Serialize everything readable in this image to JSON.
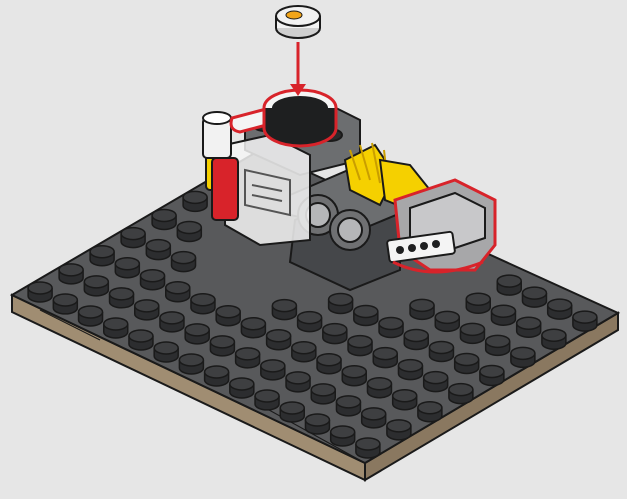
{
  "scene": {
    "background": "#e6e6e6",
    "outline": "#1a1a1a",
    "highlight": "#d8232a",
    "plate": {
      "top": "#58595b",
      "side": "#3a3a3c",
      "base": "#a08d72",
      "studs_cols": 14,
      "studs_rows": 8
    },
    "slice_piece": {
      "icon": "round-tile-with-yellow-dot",
      "fill": "#f2f2f2",
      "dot": "#f2a51a"
    },
    "arrow": {
      "icon": "arrow-down-icon",
      "color": "#d8232a"
    },
    "parts": {
      "bottles": {
        "icons": [
          "white-bottle-icon",
          "red-bottle-icon",
          "yellow-bottle-icon"
        ]
      },
      "fries": {
        "color": "#f5d000"
      },
      "grille": {
        "fill": "#a7a7a9"
      },
      "machine": {
        "fill": "#8a8b8d"
      }
    }
  }
}
